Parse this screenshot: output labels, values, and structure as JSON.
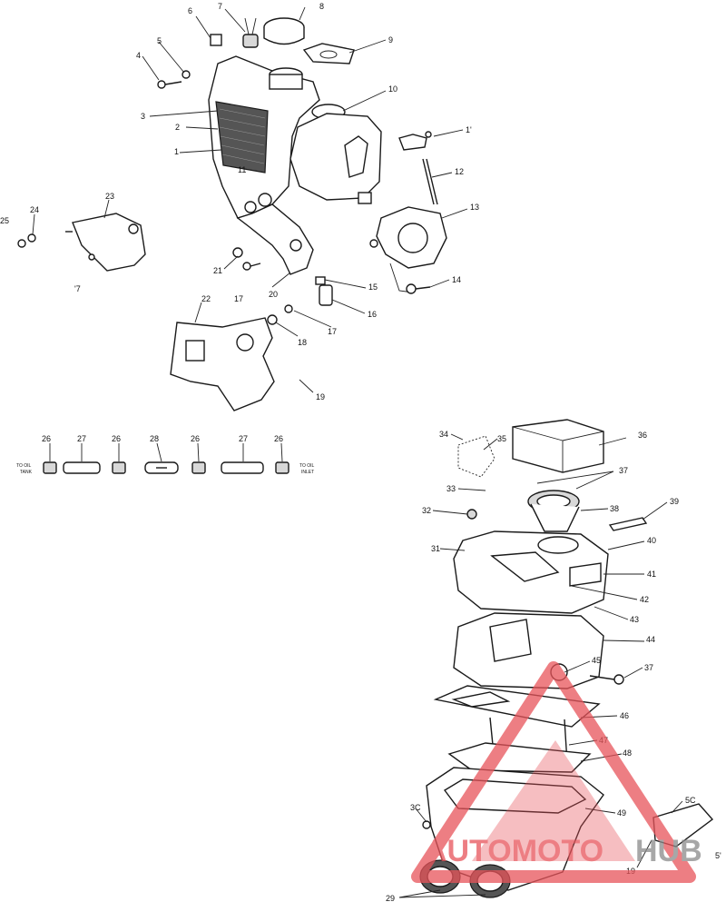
{
  "callouts": [
    {
      "id": "c1",
      "text": "1"
    },
    {
      "id": "c2",
      "text": "2"
    },
    {
      "id": "c3",
      "text": "3"
    },
    {
      "id": "c4",
      "text": "4"
    },
    {
      "id": "c5",
      "text": "5"
    },
    {
      "id": "c6",
      "text": "6"
    },
    {
      "id": "c7",
      "text": "7"
    },
    {
      "id": "c8",
      "text": "8"
    },
    {
      "id": "c9",
      "text": "9"
    },
    {
      "id": "c10",
      "text": "10"
    },
    {
      "id": "c11",
      "text": "11"
    },
    {
      "id": "c11b",
      "text": "1'"
    },
    {
      "id": "c12",
      "text": "12"
    },
    {
      "id": "c13",
      "text": "13"
    },
    {
      "id": "c14",
      "text": "14"
    },
    {
      "id": "c15",
      "text": "15"
    },
    {
      "id": "c16",
      "text": "16"
    },
    {
      "id": "c17a",
      "text": "17"
    },
    {
      "id": "c17b",
      "text": "17"
    },
    {
      "id": "c17c",
      "text": "'7"
    },
    {
      "id": "c18",
      "text": "18"
    },
    {
      "id": "c19a",
      "text": "19"
    },
    {
      "id": "c20",
      "text": "20"
    },
    {
      "id": "c21",
      "text": "21"
    },
    {
      "id": "c22",
      "text": "22"
    },
    {
      "id": "c23",
      "text": "23"
    },
    {
      "id": "c24",
      "text": "24"
    },
    {
      "id": "c25",
      "text": "25"
    },
    {
      "id": "c26a",
      "text": "26"
    },
    {
      "id": "c26b",
      "text": "26"
    },
    {
      "id": "c26c",
      "text": "26"
    },
    {
      "id": "c26d",
      "text": "26"
    },
    {
      "id": "c27a",
      "text": "27"
    },
    {
      "id": "c27b",
      "text": "27"
    },
    {
      "id": "c28",
      "text": "28"
    },
    {
      "id": "c29",
      "text": "29"
    },
    {
      "id": "c30",
      "text": "3C"
    },
    {
      "id": "c31",
      "text": "31"
    },
    {
      "id": "c32",
      "text": "32"
    },
    {
      "id": "c33",
      "text": "33"
    },
    {
      "id": "c34",
      "text": "34"
    },
    {
      "id": "c35",
      "text": "35"
    },
    {
      "id": "c36",
      "text": "36"
    },
    {
      "id": "c37a",
      "text": "37"
    },
    {
      "id": "c37b",
      "text": "37"
    },
    {
      "id": "c38",
      "text": "38"
    },
    {
      "id": "c39",
      "text": "39"
    },
    {
      "id": "c40",
      "text": "40"
    },
    {
      "id": "c41",
      "text": "41"
    },
    {
      "id": "c42",
      "text": "42"
    },
    {
      "id": "c43",
      "text": "43"
    },
    {
      "id": "c44",
      "text": "44"
    },
    {
      "id": "c45",
      "text": "45"
    },
    {
      "id": "c46",
      "text": "46"
    },
    {
      "id": "c47",
      "text": "47"
    },
    {
      "id": "c48",
      "text": "48"
    },
    {
      "id": "c49",
      "text": "49"
    },
    {
      "id": "c50",
      "text": "5C"
    },
    {
      "id": "c51",
      "text": "5'"
    },
    {
      "id": "c19b",
      "text": "19"
    }
  ],
  "labels": {
    "to_oil_tank_1": "TO OIL",
    "to_oil_tank_2": "TANK",
    "to_oil_inlet_1": "TO OIL",
    "to_oil_inlet_2": "INLET"
  },
  "watermark": {
    "part1": "AUTOMOTO",
    "part2": "HUB",
    "color_red": "#e8545a",
    "color_gray": "#8a8a8a"
  }
}
